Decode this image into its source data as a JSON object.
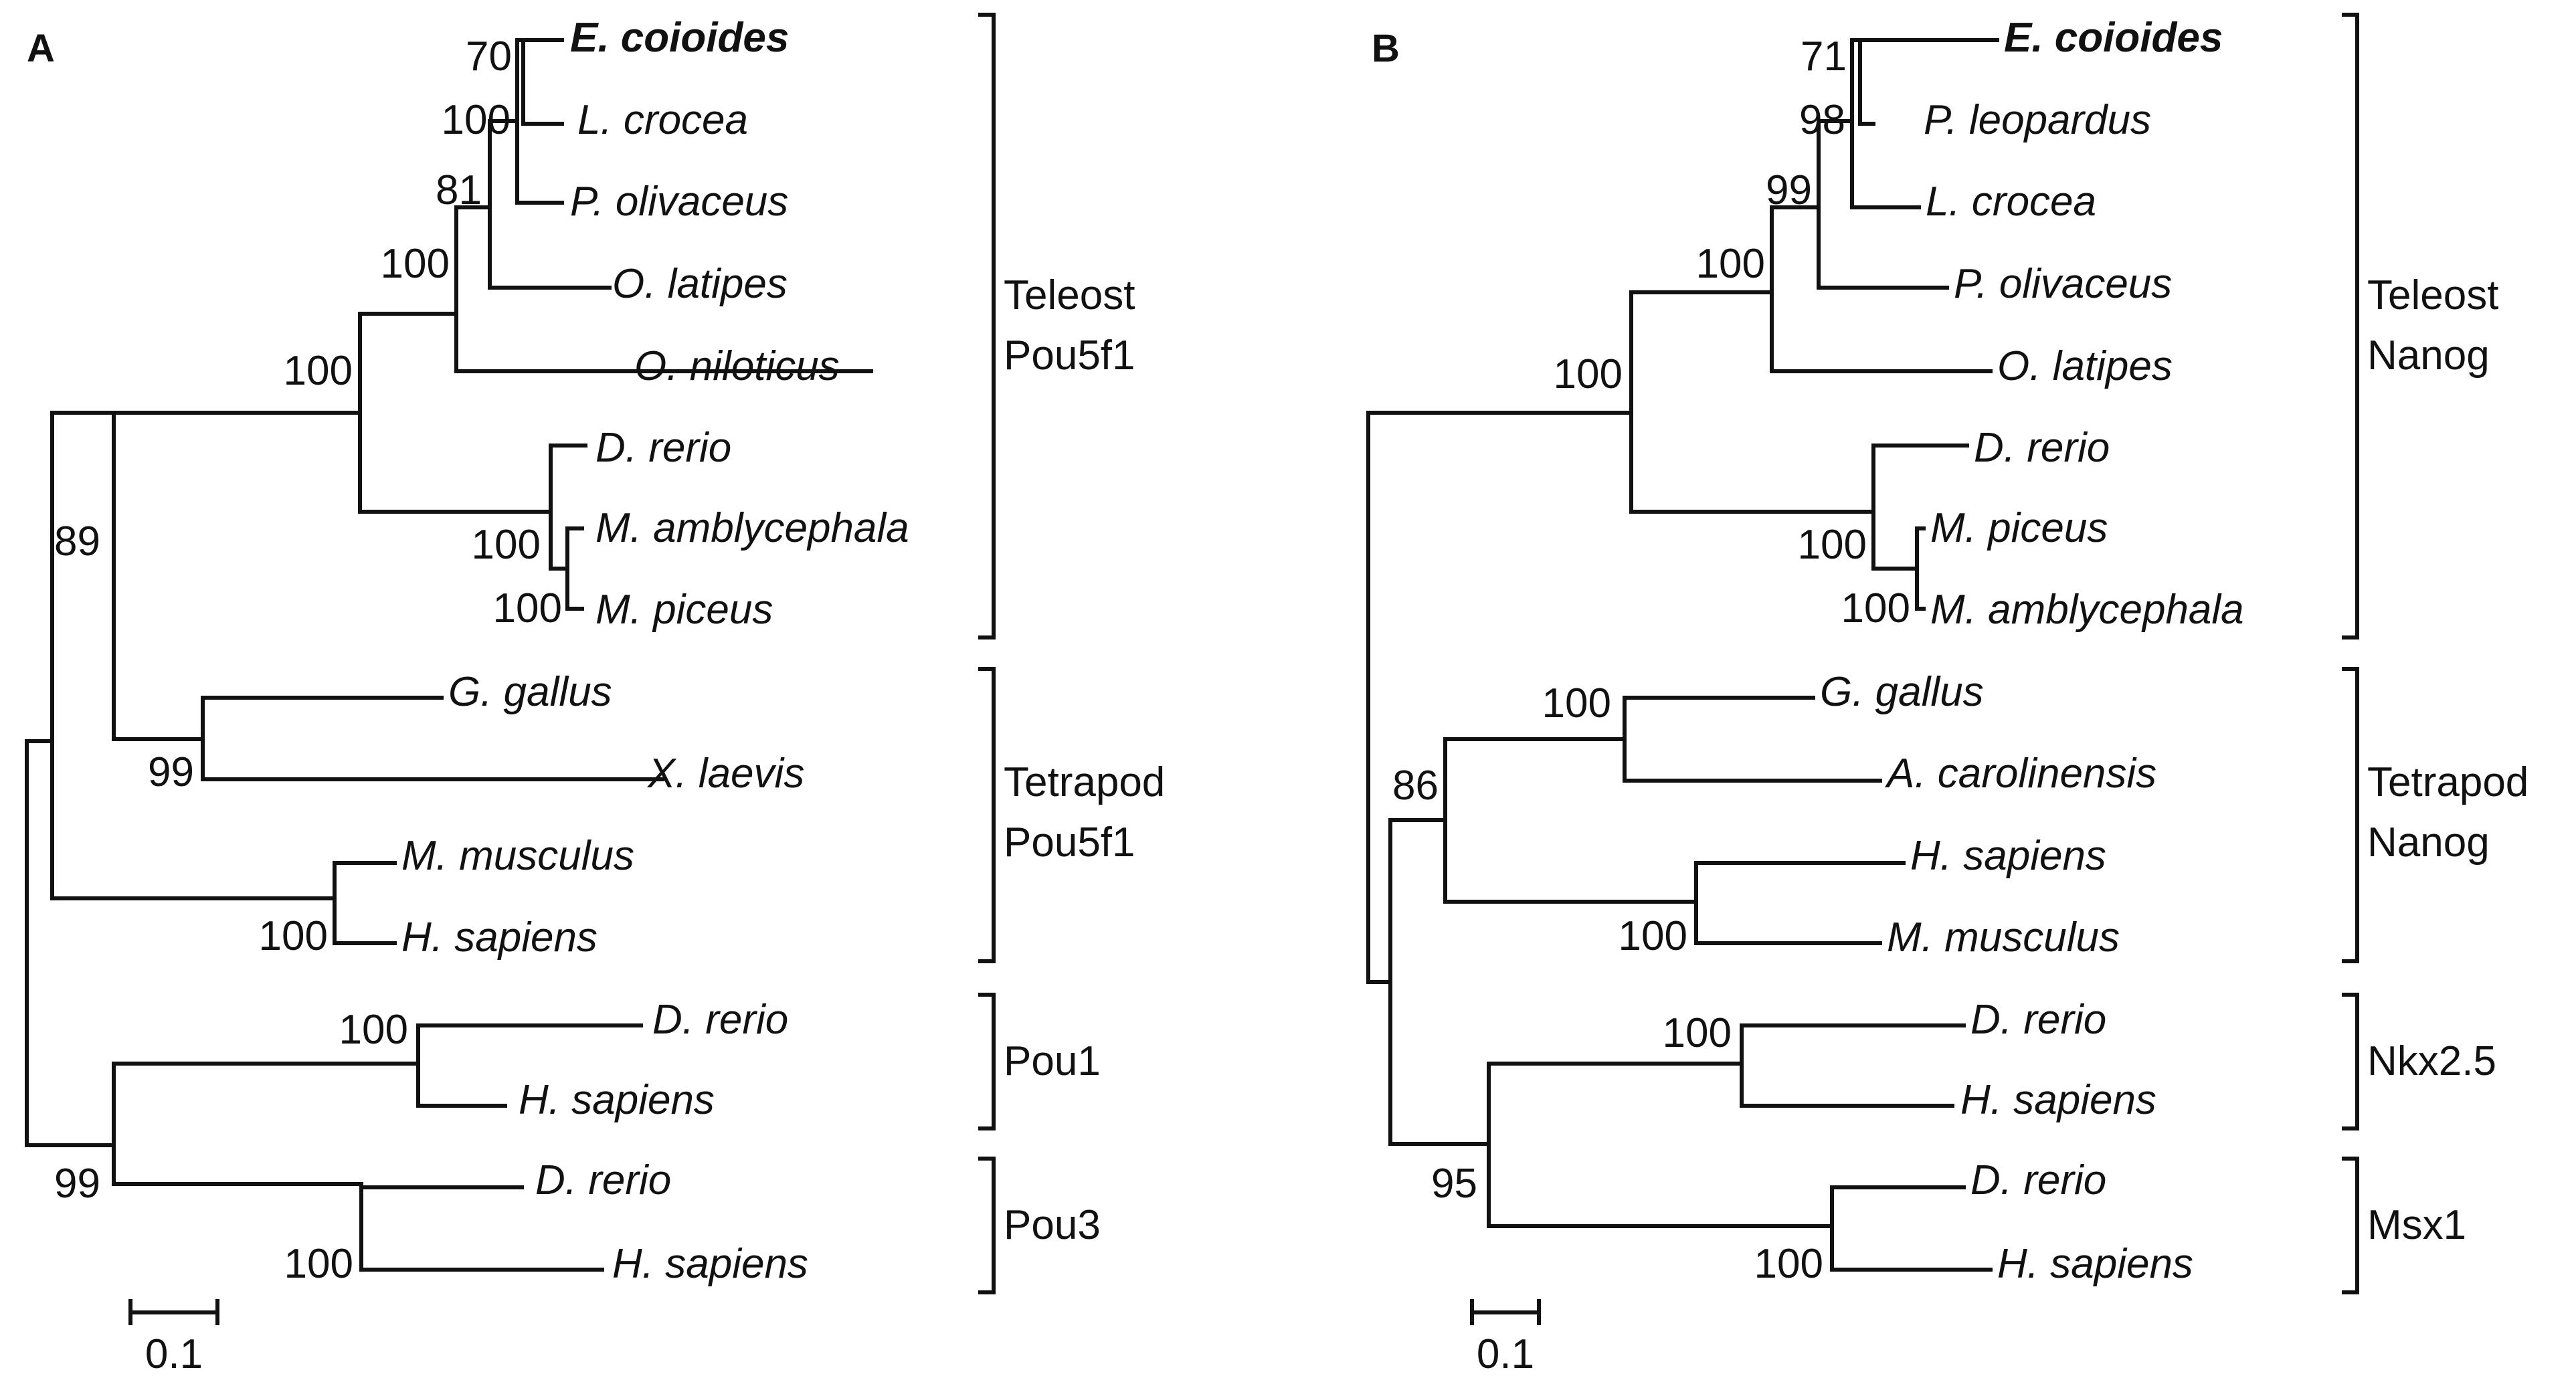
{
  "panels": [
    {
      "label": "A",
      "scale_label": "0.1",
      "species": [
        {
          "name": "E. coioides",
          "bold": true
        },
        {
          "name": "L. crocea"
        },
        {
          "name": "P. olivaceus"
        },
        {
          "name": "O. latipes"
        },
        {
          "name": "O. niloticus"
        },
        {
          "name": "D. rerio"
        },
        {
          "name": "M. amblycephala"
        },
        {
          "name": "M. piceus"
        },
        {
          "name": "G. gallus"
        },
        {
          "name": "X. laevis"
        },
        {
          "name": "M. musculus"
        },
        {
          "name": "H. sapiens"
        },
        {
          "name": "D. rerio"
        },
        {
          "name": "H. sapiens"
        },
        {
          "name": "D. rerio"
        },
        {
          "name": "H. sapiens"
        }
      ],
      "bootstrap": [
        "70",
        "100",
        "81",
        "100",
        "100",
        "100",
        "100",
        "89",
        "99",
        "100",
        "100",
        "99",
        "100"
      ],
      "groups": [
        {
          "lines": [
            "Teleost",
            "Pou5f1"
          ]
        },
        {
          "lines": [
            "Tetrapod",
            "Pou5f1"
          ]
        },
        {
          "lines": [
            "Pou1"
          ]
        },
        {
          "lines": [
            "Pou3"
          ]
        }
      ]
    },
    {
      "label": "B",
      "scale_label": "0.1",
      "species": [
        {
          "name": "E. coioides",
          "bold": true
        },
        {
          "name": "P. leopardus"
        },
        {
          "name": "L. crocea"
        },
        {
          "name": "P. olivaceus"
        },
        {
          "name": "O. latipes"
        },
        {
          "name": "D. rerio"
        },
        {
          "name": "M. piceus"
        },
        {
          "name": "M. amblycephala"
        },
        {
          "name": "G. gallus"
        },
        {
          "name": "A. carolinensis"
        },
        {
          "name": "H. sapiens"
        },
        {
          "name": "M. musculus"
        },
        {
          "name": "D. rerio"
        },
        {
          "name": "H. sapiens"
        },
        {
          "name": "D. rerio"
        },
        {
          "name": "H. sapiens"
        }
      ],
      "bootstrap": [
        "71",
        "98",
        "99",
        "100",
        "100",
        "100",
        "100",
        "100",
        "86",
        "100",
        "100",
        "95",
        "100"
      ],
      "groups": [
        {
          "lines": [
            "Teleost",
            "Nanog"
          ]
        },
        {
          "lines": [
            "Tetrapod",
            "Nanog"
          ]
        },
        {
          "lines": [
            "Nkx2.5"
          ]
        },
        {
          "lines": [
            "Msx1"
          ]
        }
      ]
    }
  ]
}
